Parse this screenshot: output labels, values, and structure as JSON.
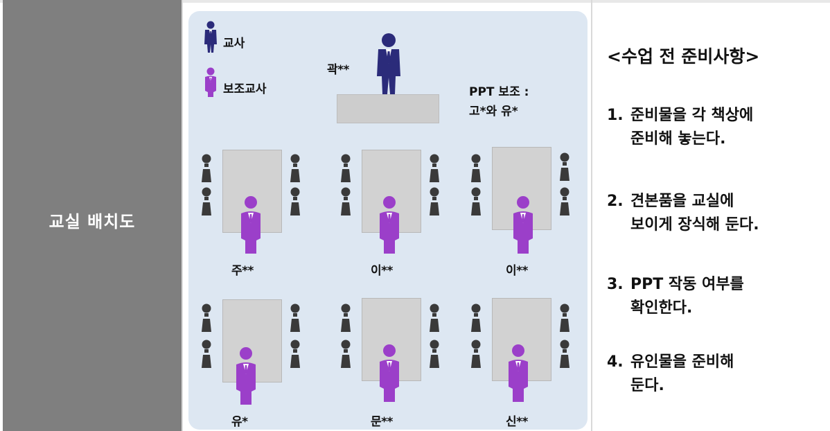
{
  "layout_title": "교실 배치도",
  "legend": {
    "teacher": "교사",
    "assistant": "보조교사"
  },
  "teacher_name": "곽**",
  "ppt_helper": {
    "line1": "PPT 보조 :",
    "line2": "고*와 유*"
  },
  "groups": [
    "주**",
    "이**",
    "이**",
    "유*",
    "문**",
    "신**"
  ],
  "notes": {
    "heading": "<수업 전 준비사항>",
    "items": [
      {
        "num": "1.",
        "line1": "준비물을 각 책상에",
        "line2": "준비해 놓는다."
      },
      {
        "num": "2.",
        "line1": "견본품을 교실에",
        "line2": "보이게 장식해 둔다."
      },
      {
        "num": "3.",
        "line1": "PPT 작동 여부를",
        "line2": "확인한다."
      },
      {
        "num": "4.",
        "line1": "유인물을 준비해",
        "line2": "둔다."
      }
    ]
  },
  "colors": {
    "teacher": "#2b2b7a",
    "assistant": "#9b3fc9",
    "student": "#3a3a3a",
    "classroom_bg": "#dde7f2",
    "left_panel": "#7f7f7f"
  },
  "icons": {
    "teacher": "teacher-figure-icon",
    "assistant": "assistant-figure-icon",
    "student": "student-figure-icon"
  }
}
